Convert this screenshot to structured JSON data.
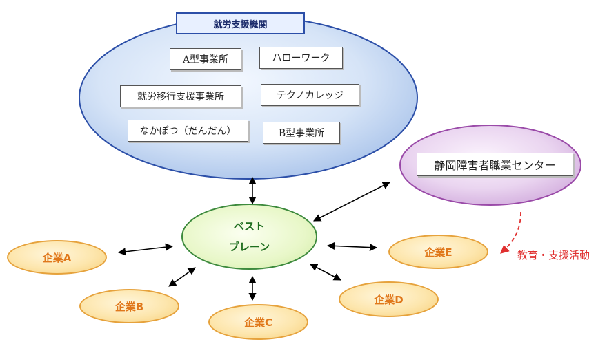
{
  "agencies": {
    "title": "就労支援機関",
    "items": [
      "A型事業所",
      "ハローワーク",
      "就労移行支援事業所",
      "テクノカレッジ",
      "なかぽつ（だんだん）",
      "B型事業所"
    ]
  },
  "center": {
    "label": "静岡障害者職業センター"
  },
  "best_brain": {
    "line1": "ベスト",
    "line2": "ブレーン"
  },
  "companies": [
    "企業A",
    "企業B",
    "企業C",
    "企業D",
    "企業E"
  ],
  "support_note": "教育・支援活動",
  "colors": {
    "agency_fill": "#d6e4f7",
    "agency_border": "#2c4fa8",
    "center_fill": "#ead5f0",
    "center_border": "#9a4aa8",
    "best_border": "#3d8a3d",
    "company_border": "#e6a23c",
    "company_text": "#e0781b",
    "note_red": "#e03030"
  }
}
